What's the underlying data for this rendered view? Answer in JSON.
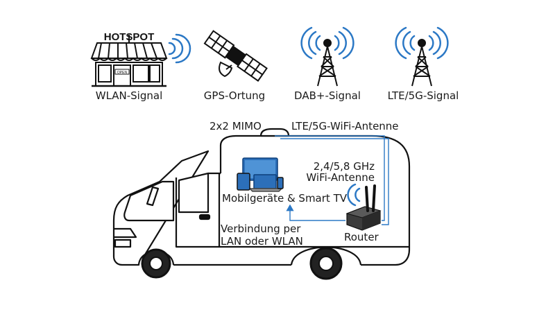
{
  "signals": {
    "wlan": {
      "label": "WLAN-Signal",
      "sign": "HOTSPOT",
      "door_sign": "OPEN"
    },
    "gps": {
      "label": "GPS-Ortung"
    },
    "dab": {
      "label": "DAB+-Signal"
    },
    "lte": {
      "label": "LTE/5G-Signal"
    }
  },
  "camper": {
    "mimo_label": "2x2 MIMO",
    "antenna_label": "LTE/5G-WiFi-Antenne",
    "wifi_antenna_label_line1": "2,4/5,8 GHz",
    "wifi_antenna_label_line2": "WiFi-Antenne",
    "devices_label": "Mobilgeräte & Smart TV",
    "connection_label_line1": "Verbindung per",
    "connection_label_line2": "LAN oder WLAN",
    "router_label": "Router"
  },
  "colors": {
    "signal_waves": "#2b78c5",
    "cable": "#2b78c5",
    "outline": "#111111"
  }
}
